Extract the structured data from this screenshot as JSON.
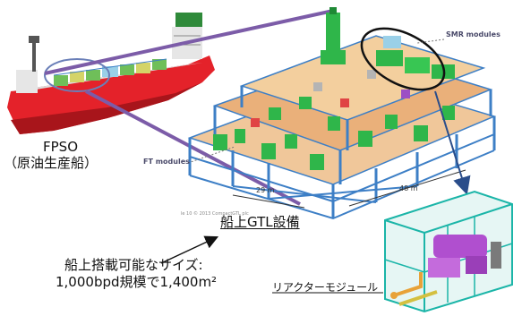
{
  "labels": {
    "fpso_line1": "FPSO",
    "fpso_line2": "（原油生産船）",
    "gtl": "船上GTL設備",
    "smr": "SMR modules",
    "ft": "FT modules",
    "reactor": "リアクターモジュール",
    "dim_width": "29 m",
    "dim_length": "48 m",
    "copyright": "le 10 © 2013 CompactGTL plc",
    "note_line1": "船上搭載可能なサイズ:",
    "note_line2": "1,000bpd規模で1,400m²"
  },
  "colors": {
    "callout_line": "#7c5ca8",
    "arrow": "#2a4d8a",
    "ship_hull": "#e4222a",
    "ship_deck": "#f2f2f2",
    "steel_blue": "#3d7fc6",
    "floor_orange": "#e8a868",
    "module_green": "#2fb64a",
    "reactor_frame": "#1bb5a8",
    "reactor_purple": "#b04fcf"
  },
  "icons": [
    "fpso-ship-illustration",
    "gtl-plant-illustration",
    "reactor-module-illustration"
  ]
}
